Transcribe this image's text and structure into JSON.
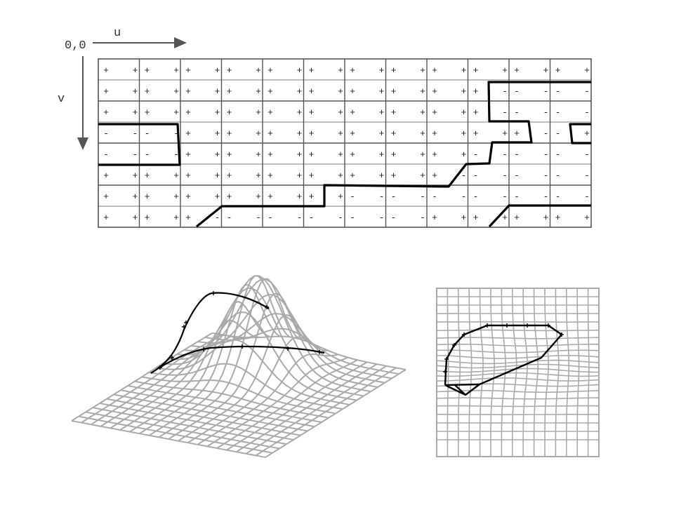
{
  "axes": {
    "origin_label": "0,0",
    "u_label": "u",
    "v_label": "v"
  },
  "sign_grid": {
    "cols": 24,
    "rows": 8,
    "rows_signs": [
      "++++++++++++++++++++++++",
      "+++++++++++++++++++-----",
      "+++++++++++++++++++-----",
      "----+++++++++++++++++--+",
      "----++++++++++++++------",
      "+++++++++++++++++-------",
      "++++++++++++------------",
      "+++++-----------++++++++"
    ]
  },
  "colors": {
    "grid": "#555555",
    "curve": "#000000",
    "mesh": "#aaaaaa",
    "arrow": "#555555"
  }
}
